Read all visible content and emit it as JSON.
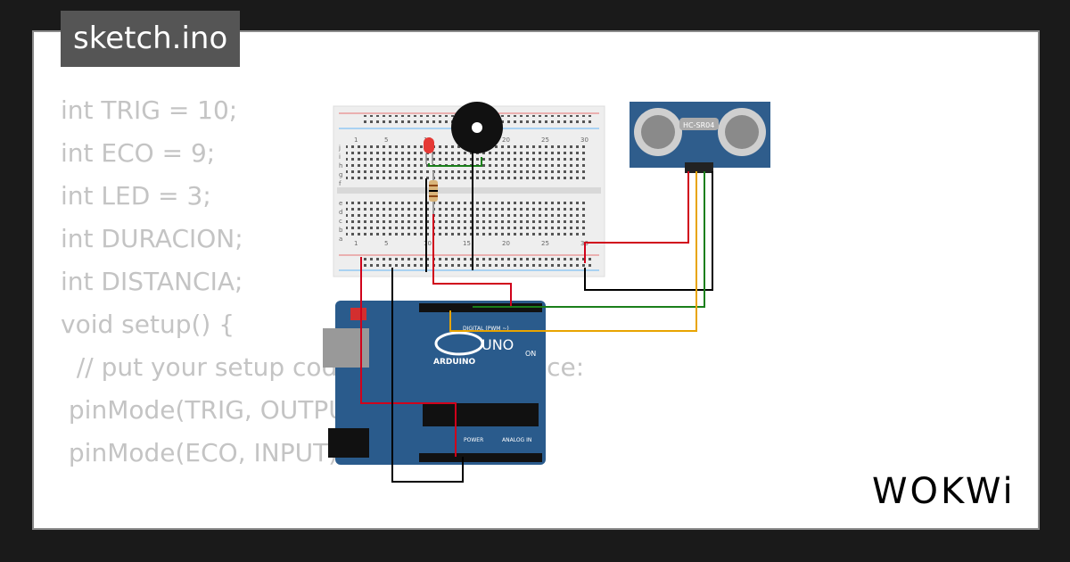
{
  "file_tab": {
    "label": "sketch.ino"
  },
  "code_lines": [
    "int TRIG = 10;",
    "int ECO = 9;",
    "int LED = 3;",
    "int DURACION;",
    "int DISTANCIA;",
    "",
    "",
    "void setup() {",
    "  // put your setup code here, to run once:",
    " pinMode(TRIG, OUTPUT);",
    " pinMode(ECO, INPUT);"
  ],
  "board": {
    "brand": "ARDUINO",
    "model": "UNO",
    "on_label": "ON",
    "digital_label": "DIGITAL (PWM ~)",
    "power_label": "POWER",
    "analog_label": "ANALOG IN"
  },
  "sensor": {
    "model": "HC-SR04"
  },
  "breadboard": {
    "top_numbers": [
      "1",
      "5",
      "10",
      "15",
      "20",
      "25",
      "30"
    ],
    "rows_top": [
      "j",
      "i",
      "h",
      "g",
      "f"
    ],
    "rows_bottom": [
      "e",
      "d",
      "c",
      "b",
      "a"
    ]
  },
  "brand_logo": {
    "text": "WOKWi"
  },
  "colors": {
    "background": "#1a1a1a",
    "card": "#ffffff",
    "tab": "#555555",
    "code": "#c4c4c4",
    "board": "#2a5b8c",
    "wire_red": "#d0021b",
    "wire_black": "#000000",
    "wire_green": "#1a7f1a",
    "wire_orange": "#e8a400"
  }
}
